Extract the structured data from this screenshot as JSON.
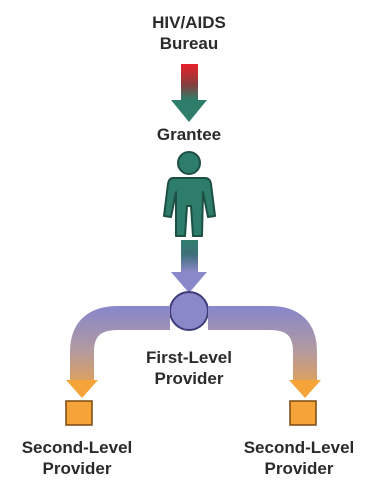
{
  "diagram": {
    "top_node": {
      "line1": "HIV/AIDS",
      "line2": "Bureau"
    },
    "grantee": {
      "label": "Grantee"
    },
    "first_level": {
      "line1": "First-Level",
      "line2": "Provider"
    },
    "second_level_left": {
      "line1": "Second-Level",
      "line2": "Provider"
    },
    "second_level_right": {
      "line1": "Second-Level",
      "line2": "Provider"
    }
  },
  "icons": {
    "person": "person-icon",
    "first_level_node": "circle-node-icon",
    "second_level_node": "square-node-icon"
  },
  "colors": {
    "red": "#e8202a",
    "teal": "#2e7d6b",
    "teal_dark": "#1e4f44",
    "purple": "#8a88c8",
    "purple_dark": "#3f3d78",
    "orange": "#f5a43a",
    "orange_dark": "#7a4a10"
  }
}
